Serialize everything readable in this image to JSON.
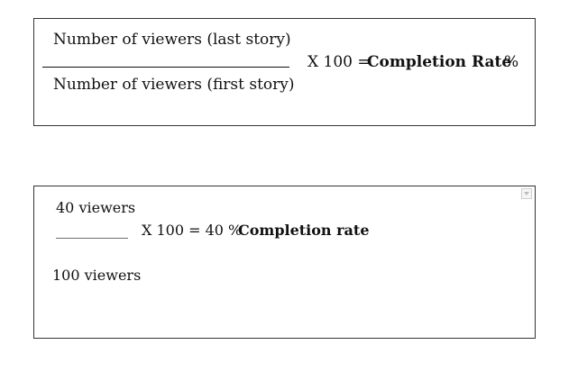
{
  "formula_box": {
    "numerator": "Number of viewers (last story)",
    "denominator": "Number of viewers (first story)",
    "multiplier": "X 100 =",
    "result_label": "Completion Rate",
    "percent_sign": "%"
  },
  "example_box": {
    "numerator": "40 viewers",
    "underline": "__________",
    "multiplier": "X 100 = 40 %",
    "result_label": "Completion rate",
    "denominator": "100 viewers"
  },
  "icons": {
    "dropdown": "chevron-down-icon"
  }
}
